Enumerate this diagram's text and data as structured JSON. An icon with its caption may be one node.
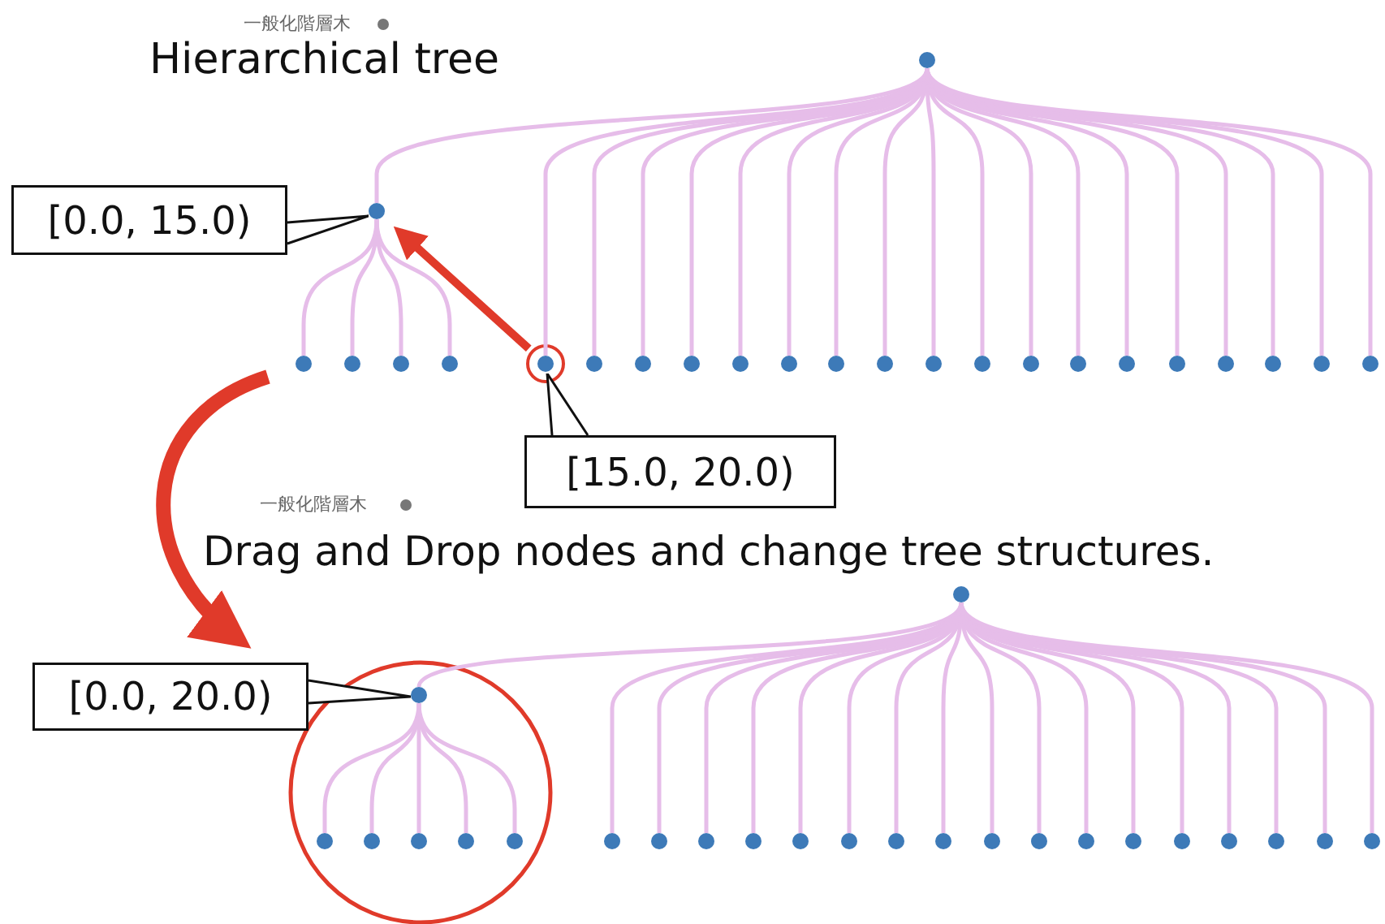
{
  "diagram": {
    "nodes": [
      {
        "text": [],
        "shape": "circle"
      },
      {
        "text": [],
        "shape": "circle"
      },
      {
        "text": [],
        "shape": "circle"
      },
      {
        "text": [],
        "shape": "circle"
      },
      {
        "text": [],
        "shape": "circle"
      },
      {
        "text": [],
        "shape": "circle"
      },
      {
        "text": [],
        "shape": "circle"
      },
      {
        "text": [],
        "shape": "circle"
      },
      {
        "text": [],
        "shape": "circle"
      },
      {
        "text": [],
        "shape": "circle"
      },
      {
        "text": [],
        "shape": "circle"
      },
      {
        "text": [],
        "shape": "circle"
      },
      {
        "text": [],
        "shape": "circle"
      },
      {
        "text": [],
        "shape": "circle"
      },
      {
        "text": [],
        "shape": "circle"
      },
      {
        "text": [],
        "shape": "circle"
      },
      {
        "text": [],
        "shape": "circle"
      },
      {
        "text": [],
        "shape": "circle"
      },
      {
        "text": [],
        "shape": "circle"
      },
      {
        "text": [],
        "shape": "circle"
      },
      {
        "text": [],
        "shape": "circle"
      },
      {
        "text": [],
        "shape": "circle"
      },
      {
        "text": [],
        "shape": "circle"
      },
      {
        "text": [],
        "shape": "circle"
      },
      {
        "text": [],
        "shape": "circle"
      },
      {
        "text": [],
        "shape": "circle"
      },
      {
        "text": [],
        "shape": "circle"
      },
      {
        "text": [],
        "shape": "circle"
      },
      {
        "text": [],
        "shape": "circle"
      },
      {
        "text": [],
        "shape": "circle"
      },
      {
        "text": [],
        "shape": "circle"
      },
      {
        "text": [],
        "shape": "circle"
      },
      {
        "text": [],
        "shape": "circle"
      },
      {
        "text": [],
        "shape": "circle"
      },
      {
        "text": [],
        "shape": "circle"
      },
      {
        "text": [],
        "shape": "circle"
      },
      {
        "text": [],
        "shape": "circle"
      },
      {
        "text": [],
        "shape": "circle"
      },
      {
        "text": [],
        "shape": "circle"
      },
      {
        "text": [],
        "shape": "circle"
      },
      {
        "text": [],
        "shape": "circle"
      },
      {
        "text": [],
        "shape": "circle"
      },
      {
        "text": [],
        "shape": "circle"
      },
      {
        "text": [],
        "shape": "circle"
      },
      {
        "text": [],
        "shape": "circle"
      },
      {
        "text": [],
        "shape": "circle"
      },
      {
        "text": [],
        "shape": "circle"
      },
      {
        "text": [],
        "shape": "circle"
      },
      {
        "text": [
          "[0.0, 15.0)"
        ]
      },
      {
        "text": [
          "[15.0, 20.0)"
        ]
      },
      {
        "text": [
          "[0.0, 20.0)"
        ]
      }
    ],
    "edges": [
      {
        "from": 0,
        "to": 1,
        "arrow": "none"
      },
      {
        "from": 1,
        "to": 2,
        "arrow": "none"
      },
      {
        "from": 1,
        "to": 3,
        "arrow": "none"
      },
      {
        "from": 1,
        "to": 4,
        "arrow": "none"
      },
      {
        "from": 1,
        "to": 5,
        "arrow": "none"
      },
      {
        "from": 0,
        "to": 6,
        "arrow": "none"
      },
      {
        "from": 0,
        "to": 7,
        "arrow": "none"
      },
      {
        "from": 0,
        "to": 8,
        "arrow": "none"
      },
      {
        "from": 0,
        "to": 9,
        "arrow": "none"
      },
      {
        "from": 0,
        "to": 10,
        "arrow": "none"
      },
      {
        "from": 0,
        "to": 11,
        "arrow": "none"
      },
      {
        "from": 0,
        "to": 12,
        "arrow": "none"
      },
      {
        "from": 0,
        "to": 13,
        "arrow": "none"
      },
      {
        "from": 0,
        "to": 14,
        "arrow": "none"
      },
      {
        "from": 0,
        "to": 15,
        "arrow": "none"
      },
      {
        "from": 0,
        "to": 16,
        "arrow": "none"
      },
      {
        "from": 0,
        "to": 17,
        "arrow": "none"
      },
      {
        "from": 0,
        "to": 18,
        "arrow": "none"
      },
      {
        "from": 0,
        "to": 19,
        "arrow": "none"
      },
      {
        "from": 0,
        "to": 20,
        "arrow": "none"
      },
      {
        "from": 0,
        "to": 21,
        "arrow": "none"
      },
      {
        "from": 0,
        "to": 22,
        "arrow": "none"
      },
      {
        "from": 0,
        "to": 23,
        "arrow": "none"
      },
      {
        "from": 24,
        "to": 25,
        "arrow": "none"
      },
      {
        "from": 25,
        "to": 26,
        "arrow": "none"
      },
      {
        "from": 25,
        "to": 27,
        "arrow": "none"
      },
      {
        "from": 25,
        "to": 28,
        "arrow": "none"
      },
      {
        "from": 25,
        "to": 29,
        "arrow": "none"
      },
      {
        "from": 25,
        "to": 30,
        "arrow": "none"
      },
      {
        "from": 24,
        "to": 31,
        "arrow": "none"
      },
      {
        "from": 24,
        "to": 32,
        "arrow": "none"
      },
      {
        "from": 24,
        "to": 33,
        "arrow": "none"
      },
      {
        "from": 24,
        "to": 34,
        "arrow": "none"
      },
      {
        "from": 24,
        "to": 35,
        "arrow": "none"
      },
      {
        "from": 24,
        "to": 36,
        "arrow": "none"
      },
      {
        "from": 24,
        "to": 37,
        "arrow": "none"
      },
      {
        "from": 24,
        "to": 38,
        "arrow": "none"
      },
      {
        "from": 24,
        "to": 39,
        "arrow": "none"
      },
      {
        "from": 24,
        "to": 40,
        "arrow": "none"
      },
      {
        "from": 24,
        "to": 41,
        "arrow": "none"
      },
      {
        "from": 24,
        "to": 42,
        "arrow": "none"
      },
      {
        "from": 24,
        "to": 43,
        "arrow": "none"
      },
      {
        "from": 24,
        "to": 44,
        "arrow": "none"
      },
      {
        "from": 24,
        "to": 45,
        "arrow": "none"
      },
      {
        "from": 24,
        "to": 46,
        "arrow": "none"
      },
      {
        "from": 24,
        "to": 47,
        "arrow": "none"
      },
      {
        "from": 6,
        "to": 1,
        "arrow": "to",
        "style": "thick",
        "color": "#e03a2a"
      },
      {
        "from": 2,
        "to": 50,
        "arrow": "to",
        "style": "thick",
        "color": "#e03a2a"
      }
    ],
    "labels": [
      "一般化階層木",
      "Hierarchical tree",
      "一般化階層木",
      "Drag and Drop nodes and change tree structures."
    ]
  }
}
